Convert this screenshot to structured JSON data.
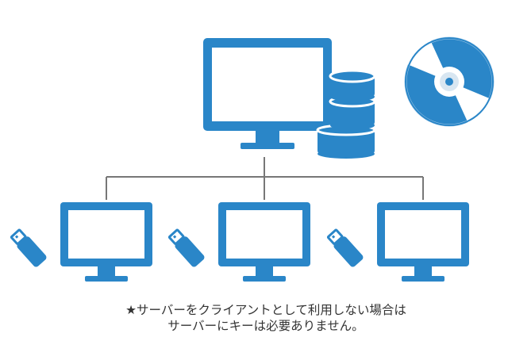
{
  "colors": {
    "accent": "#2a86c8",
    "connector": "#777777",
    "background": "#ffffff",
    "text": "#333333"
  },
  "icons": {
    "server": "server-monitor-icon",
    "database": "database-icon",
    "disc": "cd-disc-icon",
    "client": "client-monitor-icon",
    "usb_key": "usb-key-icon"
  },
  "clients": [
    {
      "name": "client-1"
    },
    {
      "name": "client-2"
    },
    {
      "name": "client-3"
    }
  ],
  "note": {
    "line1": "★サーバーをクライアントとして利用しない場合は",
    "line2": "サーバーにキーは必要ありません。"
  }
}
